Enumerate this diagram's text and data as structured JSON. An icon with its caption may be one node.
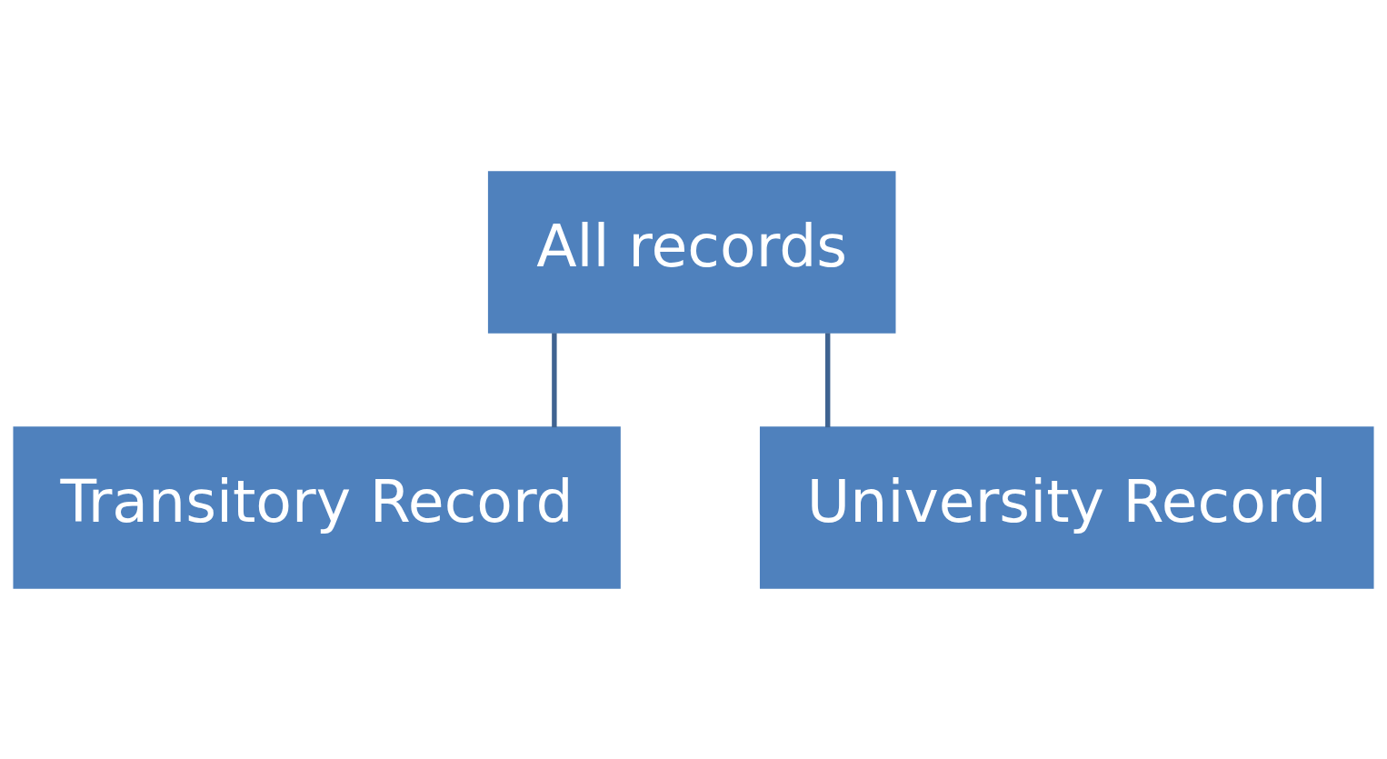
{
  "diagram": {
    "nodes": [
      {
        "text": [
          "All records"
        ]
      },
      {
        "text": [
          "Transitory Record"
        ]
      },
      {
        "text": [
          "University Record"
        ]
      }
    ],
    "edges": [
      {
        "from": 0,
        "to": 1,
        "arrow": "none"
      },
      {
        "from": 0,
        "to": 2,
        "arrow": "none"
      }
    ]
  }
}
